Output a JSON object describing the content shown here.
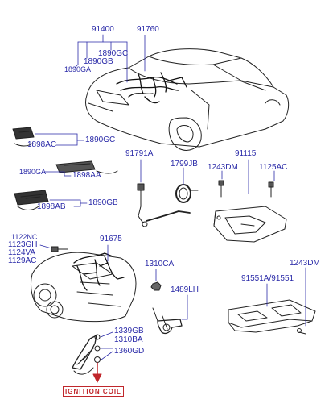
{
  "labels": {
    "l91400": "91400",
    "l91760": "91760",
    "l1890GC_top": "1890GC",
    "l1890GB_top": "1890GB",
    "l1890GA_top": "1890GA",
    "l1890GC_mid": "1890GC",
    "l1898AC": "1898AC",
    "l1890GA_mid": "1890GA",
    "l1898AA": "1898AA",
    "l1890GB_mid": "1890GB",
    "l1898AB": "1898AB",
    "l91791A": "91791A",
    "l1799JB": "1799JB",
    "l91115": "91115",
    "l1243DM_a": "1243DM",
    "l1125AC": "1125AC",
    "l1122NC": "1122NC",
    "l1123GH": "1123GH",
    "l1124VA": "1124VA",
    "l1129AC": "1129AC",
    "l91675": "91675",
    "l1310CA": "1310CA",
    "l1489LH": "1489LH",
    "l1243DM_b": "1243DM",
    "l91551": "91551A/91551",
    "l1339GB": "1339GB",
    "l1310BA": "1310BA",
    "l1360GD": "1360GD"
  },
  "coil_label": "IGNITION COIL",
  "colors": {
    "label": "#2a2aa8",
    "line": "#2a2aa8",
    "drawing": "#222222",
    "accent": "#c0262b"
  }
}
